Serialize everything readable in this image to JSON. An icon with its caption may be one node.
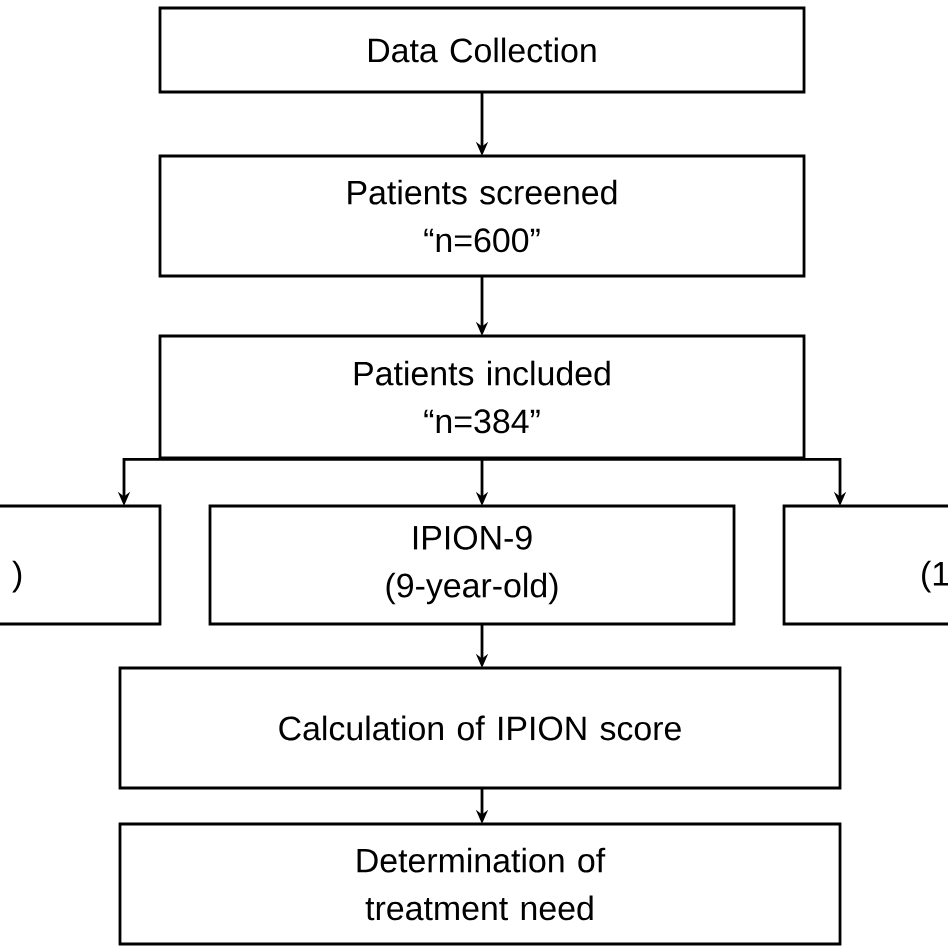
{
  "diagram": {
    "nodes": [
      {
        "text": [
          "Data Collection"
        ]
      },
      {
        "text": [
          "Patients screened",
          "“n=600”"
        ]
      },
      {
        "text": [
          "Patients included",
          "“n=384”"
        ]
      },
      {
        "text": [
          ")"
        ]
      },
      {
        "text": [
          "IPION-9",
          "(9-year-old)"
        ]
      },
      {
        "text": [
          "(1"
        ]
      },
      {
        "text": [
          "Calculation of IPION score"
        ]
      },
      {
        "text": [
          "Determination of treatment need"
        ]
      }
    ],
    "edges": [
      {
        "from": 0,
        "to": 1,
        "arrow": "to"
      },
      {
        "from": 1,
        "to": 2,
        "arrow": "to"
      },
      {
        "from": 2,
        "to": 3,
        "arrow": "to"
      },
      {
        "from": 2,
        "to": 4,
        "arrow": "to"
      },
      {
        "from": 2,
        "to": 5,
        "arrow": "to"
      },
      {
        "from": 4,
        "to": 6,
        "arrow": "to"
      },
      {
        "from": 6,
        "to": 7,
        "arrow": "to"
      }
    ]
  }
}
